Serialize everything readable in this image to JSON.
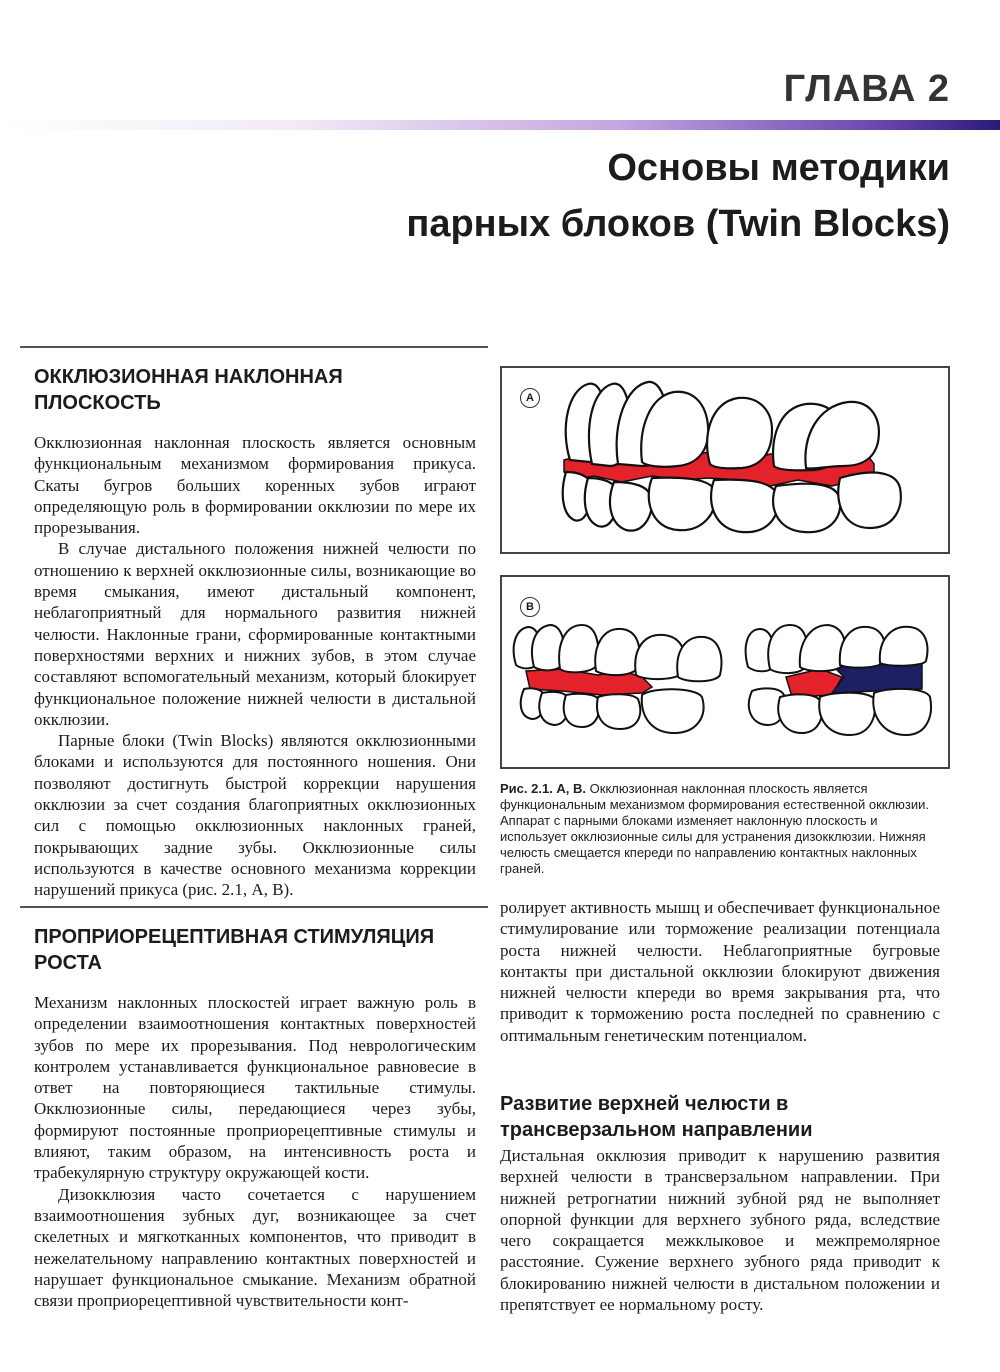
{
  "header": {
    "chapter": "ГЛАВА 2",
    "title_line1": "Основы методики",
    "title_line2": "парных блоков (Twin Blocks)"
  },
  "colors": {
    "occlusal_red": "#e4222b",
    "block_navy": "#1e1f63",
    "header_gradient_end": "#2a1a7a"
  },
  "section1": {
    "heading_line1": "Окклюзионная наклонная",
    "heading_line2": "плоскость",
    "p1": "Окклюзионная наклонная плоскость является основным функциональным механизмом формирования прикуса. Скаты бугров больших коренных зубов играют определяющую роль в формировании окклюзии по мере их прорезывания.",
    "p2": "В случае дистального положения нижней челюсти по отношению к верхней окклюзионные силы, возникающие во время смыкания, имеют дистальный компонент, неблагоприятный для нормального развития нижней челюсти. Наклонные грани, сформированные контактными поверхностями верхних и нижних зубов, в этом случае составляют вспомогательный механизм, который блокирует функциональное положение нижней челюсти в дистальной окклюзии.",
    "p3": "Парные блоки (Twin Blocks) являются окклюзионными блоками и используются для постоянного ношения. Они позволяют достигнуть быстрой коррекции нарушения окклюзии за счет создания благоприятных окклюзионных сил с помощью окклюзионных наклонных граней, покрывающих задние зубы. Окклюзионные силы используются в качестве основного механизма коррекции нарушений прикуса (рис. 2.1, А, В)."
  },
  "section2": {
    "heading_line1": "Проприорецептивная стимуляция",
    "heading_line2": "роста",
    "p1": "Механизм наклонных плоскостей играет важную роль в определении взаимоотношения контактных поверхностей зубов по мере их прорезывания. Под неврологическим контролем устанавливается функциональное равновесие в ответ на повторяющиеся тактильные стимулы. Окклюзионные силы, передающиеся через зубы, формируют постоянные проприорецептивные стимулы и влияют, таким образом, на интенсивность роста и трабекулярную структуру окружающей кости.",
    "p2": "Дизокклюзия часто сочетается с нарушением взаимоотношения зубных дуг, возникающее за счет скелетных и мягкотканных компонентов, что приводит в нежелательному направлению контактных поверхностей и нарушает функциональное смыкание. Механизм обратной связи проприорецептивной чувствительности конт-"
  },
  "figure": {
    "label_a": "A",
    "label_b": "B",
    "caption_lead": "Рис. 2.1. А, В.",
    "caption_text": "Окклюзионная наклонная плоскость является функциональным механизмом формирования естественной окклюзии. Аппарат с парными блоками изменяет наклонную плоскость и использует окклюзионные силы для устранения дизокклюзии. Нижняя челюсть смещается кпереди по направлению контактных наклонных граней."
  },
  "right_column": {
    "continuation": "ролирует активность мышц и обеспечивает функциональное стимулирование или торможение реализации потенциала роста нижней челюсти. Неблагоприятные бугровые контакты при дистальной окклюзии блокируют движения нижней челюсти кпереди во время закрывания рта, что приводит к торможению роста последней по сравнению с оптимальным генетическим потенциалом.",
    "heading_line1": "Развитие верхней челюсти в",
    "heading_line2": "трансверзальном направлении",
    "p1": "Дистальная окклюзия приводит к нарушению развития верхней челюсти в трансверзальном направлении. При нижней ретрогнатии нижний зубной ряд не выполняет опорной функции для верхнего зубного ряда, вследствие чего сокращается межклыковое и межпремолярное расстояние. Сужение верхнего зубного ряда приводит к блокированию нижней челюсти в дистальном положении и препятствует ее нормальному росту."
  }
}
